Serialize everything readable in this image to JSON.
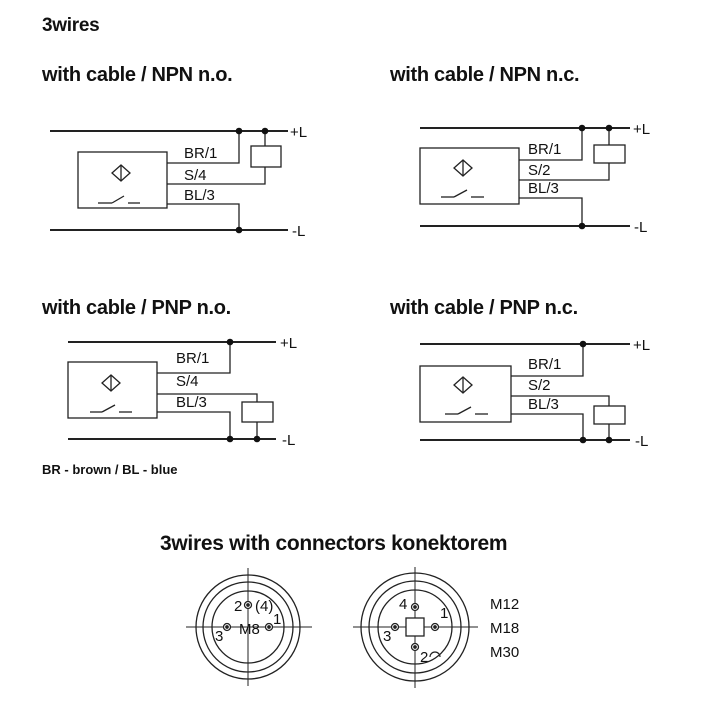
{
  "page_title": "3wires",
  "diagrams": [
    {
      "title": "with cable / NPN n.o.",
      "wire_labels": [
        "BR/1",
        "S/4",
        "BL/3"
      ],
      "plus": "+L",
      "minus": "-L"
    },
    {
      "title": "with cable / NPN n.c.",
      "wire_labels": [
        "BR/1",
        "S/2",
        "BL/3"
      ],
      "plus": "+L",
      "minus": "-L"
    },
    {
      "title": "with cable / PNP n.o.",
      "wire_labels": [
        "BR/1",
        "S/4",
        "BL/3"
      ],
      "plus": "+L",
      "minus": "-L"
    },
    {
      "title": "with cable / PNP n.c.",
      "wire_labels": [
        "BR/1",
        "S/2",
        "BL/3"
      ],
      "plus": "+L",
      "minus": "-L"
    }
  ],
  "legend_note": "BR - brown / BL - blue",
  "connectors": {
    "title": "3wires with connectors konektorem",
    "left": {
      "pin_top": "2",
      "pin_top_alt": "(4)",
      "pin_right": "1",
      "pin_left": "3",
      "center_label": "M8"
    },
    "right": {
      "pin_top": "4",
      "pin_right": "1",
      "pin_left": "3",
      "pin_bottom": "2"
    },
    "sizes": [
      "M12",
      "M18",
      "M30"
    ]
  }
}
